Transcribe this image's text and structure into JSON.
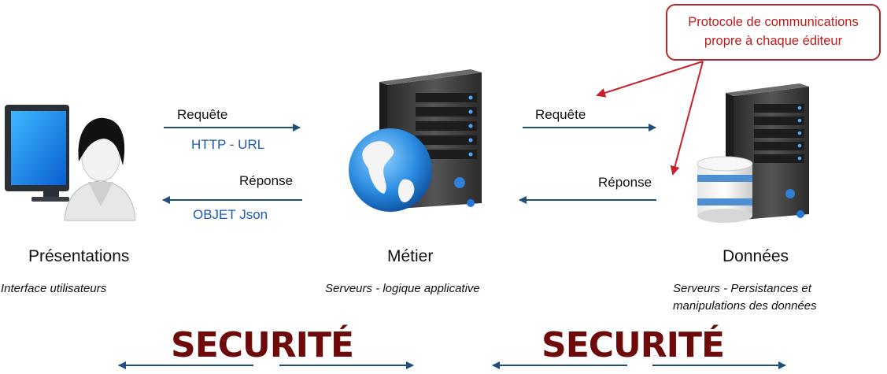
{
  "callout": {
    "line1": "Protocole de communications",
    "line2": "propre à chaque éditeur"
  },
  "left_link": {
    "request_label": "Requête",
    "request_protocol": "HTTP - URL",
    "response_label": "Réponse",
    "response_format": "OBJET Json"
  },
  "right_link": {
    "request_label": "Requête",
    "response_label": "Réponse"
  },
  "tiers": [
    {
      "name": "Présentations",
      "description": "Interface utilisateurs"
    },
    {
      "name": "Métier",
      "description": "Serveurs - logique applicative"
    },
    {
      "name": "Données",
      "description_line1": "Serveurs - Persistances et",
      "description_line2": "manipulations des données"
    }
  ],
  "security": [
    "SECURITÉ",
    "SECURITÉ"
  ],
  "colors": {
    "arrow": "#1f4e79",
    "callout": "#b3262a",
    "security": "#6e0a0a",
    "protocol_text": "#1c5bb8"
  },
  "icons": [
    "user-computer-icon",
    "server-globe-icon",
    "server-database-icon"
  ]
}
